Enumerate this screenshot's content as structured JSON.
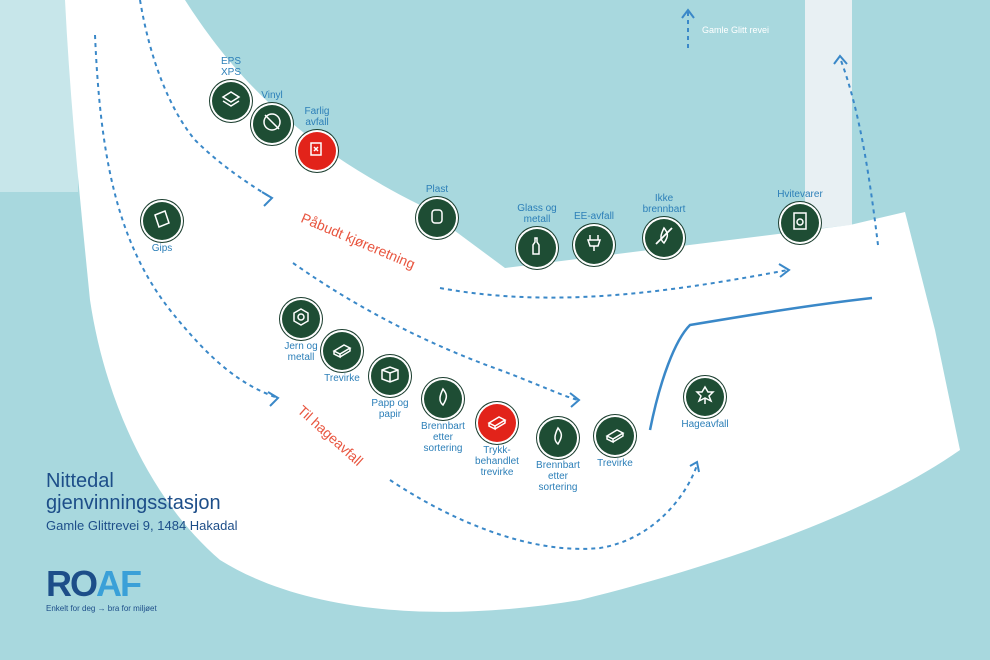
{
  "title": {
    "line1": "Nittedal",
    "line2": "gjenvinningsstasjon"
  },
  "address": "Gamle Glittrevei 9, 1484 Hakadal",
  "logo": {
    "text_ro": "RO",
    "text_af": "AF",
    "tagline": "Enkelt for deg → bra for miljøet"
  },
  "road_label": "Gamle Glitt revei",
  "directions": {
    "mandatory": "Påbudt kjøreretning",
    "garden": "Til hageavfall"
  },
  "colors": {
    "water": "#a8d8de",
    "ground": "#ffffff",
    "icon_green": "#1e4d34",
    "icon_red": "#e2231a",
    "label_blue": "#2c7fb8",
    "arrow_blue": "#3a88c8"
  },
  "stations": [
    {
      "id": "eps",
      "label": "EPS\nXPS",
      "icon": "eps-icon",
      "color": "green"
    },
    {
      "id": "vinyl",
      "label": "Vinyl",
      "icon": "vinyl-icon",
      "color": "green"
    },
    {
      "id": "farlig",
      "label": "Farlig\navfall",
      "icon": "hazard-icon",
      "color": "red"
    },
    {
      "id": "gips",
      "label": "Gips",
      "icon": "gips-icon",
      "color": "green"
    },
    {
      "id": "plast",
      "label": "Plast",
      "icon": "plastic-icon",
      "color": "green"
    },
    {
      "id": "glass",
      "label": "Glass og\nmetall",
      "icon": "bottle-icon",
      "color": "green"
    },
    {
      "id": "ee",
      "label": "EE-avfall",
      "icon": "plug-icon",
      "color": "green"
    },
    {
      "id": "ikke",
      "label": "Ikke\nbrennbart",
      "icon": "no-fire-icon",
      "color": "green"
    },
    {
      "id": "hvite",
      "label": "Hvitevarer",
      "icon": "appliance-icon",
      "color": "green"
    },
    {
      "id": "jern",
      "label": "Jern og\nmetall",
      "icon": "nut-icon",
      "color": "green"
    },
    {
      "id": "trevirke1",
      "label": "Trevirke",
      "icon": "wood-icon",
      "color": "green"
    },
    {
      "id": "papp",
      "label": "Papp og\npapir",
      "icon": "box-icon",
      "color": "green"
    },
    {
      "id": "brennbart1",
      "label": "Brennbart\netter\nsortering",
      "icon": "fire-icon",
      "color": "green"
    },
    {
      "id": "trykk",
      "label": "Trykk-\nbehandlet\ntrevirke",
      "icon": "treated-wood-icon",
      "color": "red"
    },
    {
      "id": "brennbart2",
      "label": "Brennbart\netter\nsortering",
      "icon": "fire-icon",
      "color": "green"
    },
    {
      "id": "trevirke2",
      "label": "Trevirke",
      "icon": "wood-icon",
      "color": "green"
    },
    {
      "id": "hage",
      "label": "Hageavfall",
      "icon": "leaf-icon",
      "color": "green"
    }
  ]
}
